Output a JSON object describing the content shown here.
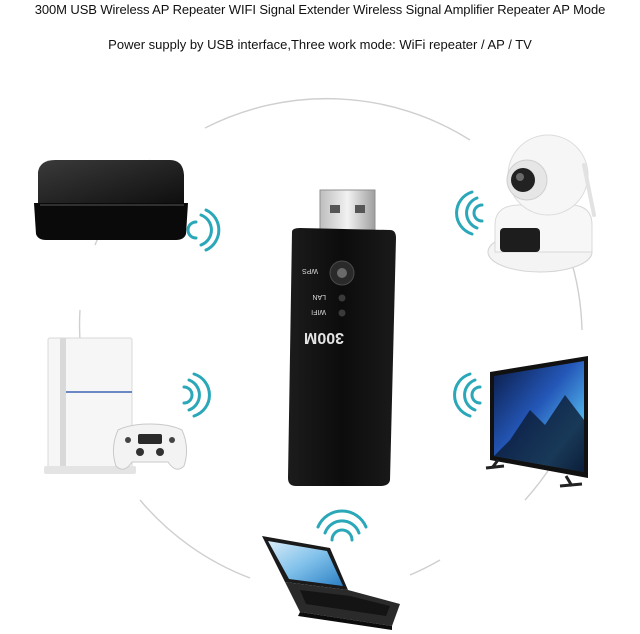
{
  "heading": "300M USB Wireless AP Repeater WIFI Signal Extender Wireless Signal Amplifier Repeater AP Mode",
  "subheading": "Power supply by USB interface,Three work mode: WiFi repeater / AP / TV",
  "dongle": {
    "model_label": "300M",
    "wps_label": "WPS",
    "lan_label": "LAN",
    "wifi_label": "WIFI"
  },
  "devices": [
    "set-top box",
    "game console",
    "laptop",
    "smart TV",
    "IP camera"
  ],
  "colors": {
    "dongle_body": "#121212",
    "ring": "#cfcfcf",
    "wifi_waves": "#2aa7b8"
  }
}
